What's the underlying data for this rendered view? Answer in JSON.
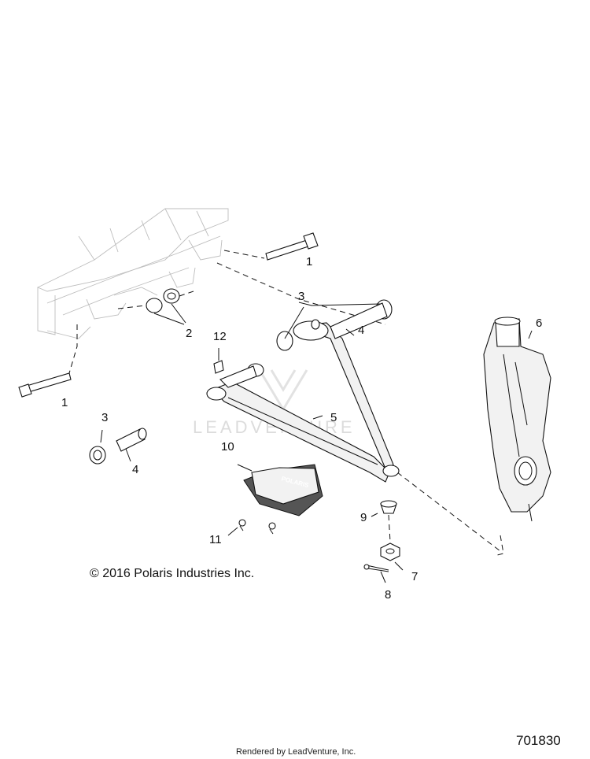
{
  "diagram": {
    "callouts": {
      "c1a": "1",
      "c1b": "1",
      "c2": "2",
      "c3a": "3",
      "c3b": "3",
      "c4a": "4",
      "c4b": "4",
      "c5": "5",
      "c6": "6",
      "c7": "7",
      "c8": "8",
      "c9": "9",
      "c10": "10",
      "c11": "11",
      "c12": "12"
    },
    "watermark": "LEADVENTURE",
    "guard_brand": "POLARIS",
    "copyright": "© 2016 Polaris Industries Inc.",
    "diagram_id": "701830",
    "footer": "Rendered by LeadVenture, Inc."
  }
}
